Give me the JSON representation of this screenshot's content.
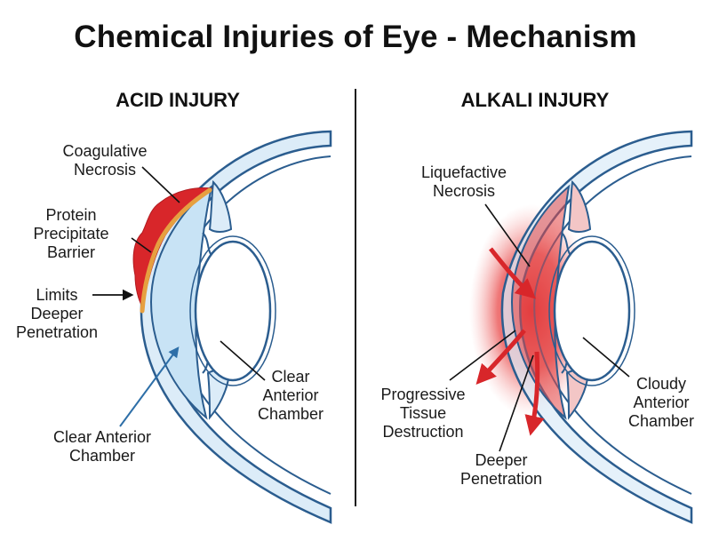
{
  "title": "Chemical Injuries of Eye - Mechanism",
  "acid": {
    "heading": "ACID INJURY",
    "labels": {
      "coagulative": [
        "Coagulative",
        "Necrosis"
      ],
      "protein": [
        "Protein",
        "Precipitate",
        "Barrier"
      ],
      "limits": [
        "Limits",
        "Deeper",
        "Penetration"
      ],
      "clear_anterior_right": [
        "Clear",
        "Anterior",
        "Chamber"
      ],
      "clear_anterior_bottom": [
        "Clear Anterior",
        "Chamber"
      ]
    }
  },
  "alkali": {
    "heading": "ALKALI INJURY",
    "labels": {
      "liquefactive": [
        "Liquefactive",
        "Necrosis"
      ],
      "progressive": [
        "Progressive",
        "Tissue",
        "Destruction"
      ],
      "deeper": [
        "Deeper",
        "Penetration"
      ],
      "cloudy": [
        "Cloudy",
        "Anterior",
        "Chamber"
      ]
    }
  },
  "colors": {
    "eye_outline": "#2b5d8f",
    "sclera_fill": "#dcecf8",
    "chamber_fill": "#c8e3f5",
    "necrosis_red": "#d8262a",
    "barrier_orange": "#e6a040",
    "arrow_blue": "#2e6fa8"
  }
}
